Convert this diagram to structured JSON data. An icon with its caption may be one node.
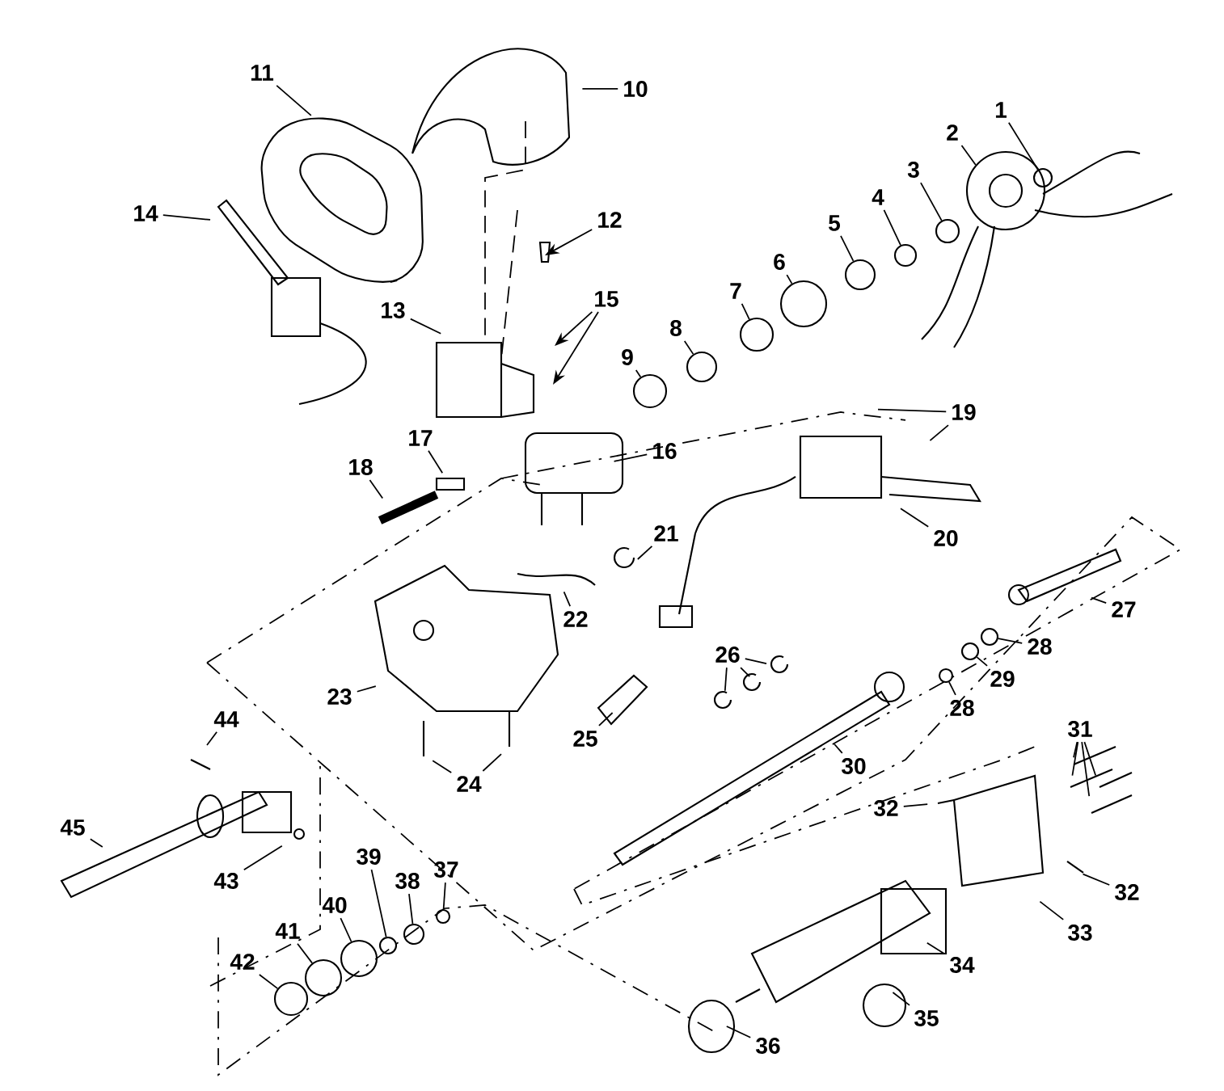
{
  "diagram": {
    "nodes": [
      {
        "text": [
          "1"
        ]
      },
      {
        "text": [
          "2"
        ]
      },
      {
        "text": [
          "3"
        ]
      },
      {
        "text": [
          "4"
        ]
      },
      {
        "text": [
          "5"
        ]
      },
      {
        "text": [
          "6"
        ]
      },
      {
        "text": [
          "7"
        ]
      },
      {
        "text": [
          "8"
        ]
      },
      {
        "text": [
          "9"
        ]
      },
      {
        "text": [
          "10"
        ]
      },
      {
        "text": [
          "11"
        ]
      },
      {
        "text": [
          "12"
        ]
      },
      {
        "text": [
          "13"
        ]
      },
      {
        "text": [
          "14"
        ]
      },
      {
        "text": [
          "15"
        ]
      },
      {
        "text": [
          "16"
        ]
      },
      {
        "text": [
          "17"
        ]
      },
      {
        "text": [
          "18"
        ]
      },
      {
        "text": [
          "19"
        ]
      },
      {
        "text": [
          "20"
        ]
      },
      {
        "text": [
          "21"
        ]
      },
      {
        "text": [
          "22"
        ]
      },
      {
        "text": [
          "23"
        ]
      },
      {
        "text": [
          "24"
        ]
      },
      {
        "text": [
          "25"
        ]
      },
      {
        "text": [
          "26"
        ]
      },
      {
        "text": [
          "27"
        ]
      },
      {
        "text": [
          "28"
        ]
      },
      {
        "text": [
          "29"
        ]
      },
      {
        "text": [
          "28"
        ]
      },
      {
        "text": [
          "30"
        ]
      },
      {
        "text": [
          "31"
        ]
      },
      {
        "text": [
          "32"
        ]
      },
      {
        "text": [
          "32"
        ]
      },
      {
        "text": [
          "33"
        ]
      },
      {
        "text": [
          "34"
        ]
      },
      {
        "text": [
          "35"
        ]
      },
      {
        "text": [
          "36"
        ]
      },
      {
        "text": [
          "37"
        ]
      },
      {
        "text": [
          "38"
        ]
      },
      {
        "text": [
          "39"
        ]
      },
      {
        "text": [
          "40"
        ]
      },
      {
        "text": [
          "41"
        ]
      },
      {
        "text": [
          "42"
        ]
      },
      {
        "text": [
          "43"
        ]
      },
      {
        "text": [
          "44"
        ]
      },
      {
        "text": [
          "45"
        ]
      },
      {
        "text": [],
        "shape": "circle"
      },
      {
        "text": [],
        "shape": "circle"
      },
      {
        "text": [],
        "shape": "circle"
      },
      {
        "text": [],
        "shape": "circle"
      },
      {
        "text": [],
        "shape": "circle"
      },
      {
        "text": [],
        "shape": "circle"
      },
      {
        "text": [],
        "shape": "circle"
      },
      {
        "text": [],
        "shape": "circle"
      },
      {
        "text": [],
        "shape": "circle"
      },
      {
        "text": [],
        "shape": "circle"
      },
      {
        "text": [],
        "shape": "circle"
      },
      {
        "text": [],
        "shape": "circle"
      },
      {
        "text": [],
        "shape": "circle"
      },
      {
        "text": [],
        "shape": "circle"
      },
      {
        "text": [],
        "shape": "circle"
      },
      {
        "text": [],
        "shape": "circle"
      },
      {
        "text": [],
        "shape": "circle"
      }
    ],
    "edges": [
      {
        "from": 0,
        "to": 47,
        "arrow": "none"
      },
      {
        "from": 1,
        "to": null,
        "arrow": "none"
      },
      {
        "from": 2,
        "to": 48,
        "arrow": "none"
      },
      {
        "from": 3,
        "to": 49,
        "arrow": "none"
      },
      {
        "from": 4,
        "to": 50,
        "arrow": "none"
      },
      {
        "from": 5,
        "to": 51,
        "arrow": "none"
      },
      {
        "from": 6,
        "to": 52,
        "arrow": "none"
      },
      {
        "from": 7,
        "to": 53,
        "arrow": "none"
      },
      {
        "from": 8,
        "to": 54,
        "arrow": "none"
      },
      {
        "from": 9,
        "to": null,
        "arrow": "none"
      },
      {
        "from": 10,
        "to": null,
        "arrow": "none"
      },
      {
        "from": 11,
        "to": null,
        "arrow": "to"
      },
      {
        "from": 12,
        "to": null,
        "arrow": "none"
      },
      {
        "from": 13,
        "to": null,
        "arrow": "none"
      },
      {
        "from": 14,
        "to": null,
        "arrow": "to"
      },
      {
        "from": 14,
        "to": null,
        "arrow": "to"
      },
      {
        "from": 15,
        "to": null,
        "arrow": "none"
      },
      {
        "from": 16,
        "to": null,
        "arrow": "none"
      },
      {
        "from": 17,
        "to": null,
        "arrow": "none"
      },
      {
        "from": 18,
        "to": null,
        "arrow": "none"
      },
      {
        "from": 18,
        "to": null,
        "arrow": "none"
      },
      {
        "from": 19,
        "to": null,
        "arrow": "none"
      },
      {
        "from": 20,
        "to": null,
        "arrow": "none"
      },
      {
        "from": 21,
        "to": null,
        "arrow": "none"
      },
      {
        "from": 22,
        "to": null,
        "arrow": "none"
      },
      {
        "from": 23,
        "to": null,
        "arrow": "none"
      },
      {
        "from": 23,
        "to": null,
        "arrow": "none"
      },
      {
        "from": 24,
        "to": null,
        "arrow": "none"
      },
      {
        "from": 25,
        "to": null,
        "arrow": "none"
      },
      {
        "from": 25,
        "to": null,
        "arrow": "none"
      },
      {
        "from": 25,
        "to": null,
        "arrow": "none"
      },
      {
        "from": 26,
        "to": null,
        "arrow": "none"
      },
      {
        "from": 27,
        "to": 55,
        "arrow": "none"
      },
      {
        "from": 28,
        "to": 56,
        "arrow": "none"
      },
      {
        "from": 29,
        "to": 57,
        "arrow": "none"
      },
      {
        "from": 30,
        "to": null,
        "arrow": "none"
      },
      {
        "from": 31,
        "to": null,
        "arrow": "none"
      },
      {
        "from": 31,
        "to": null,
        "arrow": "none"
      },
      {
        "from": 31,
        "to": null,
        "arrow": "none"
      },
      {
        "from": 31,
        "to": null,
        "arrow": "none"
      },
      {
        "from": 32,
        "to": null,
        "arrow": "none"
      },
      {
        "from": 33,
        "to": null,
        "arrow": "none"
      },
      {
        "from": 34,
        "to": null,
        "arrow": "none"
      },
      {
        "from": 35,
        "to": null,
        "arrow": "none"
      },
      {
        "from": 36,
        "to": null,
        "arrow": "none"
      },
      {
        "from": 37,
        "to": null,
        "arrow": "none"
      },
      {
        "from": 38,
        "to": 58,
        "arrow": "none"
      },
      {
        "from": 39,
        "to": 59,
        "arrow": "none"
      },
      {
        "from": 40,
        "to": 60,
        "arrow": "none"
      },
      {
        "from": 41,
        "to": 61,
        "arrow": "none"
      },
      {
        "from": 42,
        "to": 62,
        "arrow": "none"
      },
      {
        "from": 43,
        "to": 63,
        "arrow": "none"
      },
      {
        "from": 44,
        "to": null,
        "arrow": "none"
      },
      {
        "from": 45,
        "to": null,
        "arrow": "none"
      },
      {
        "from": 46,
        "to": null,
        "arrow": "none"
      }
    ]
  }
}
